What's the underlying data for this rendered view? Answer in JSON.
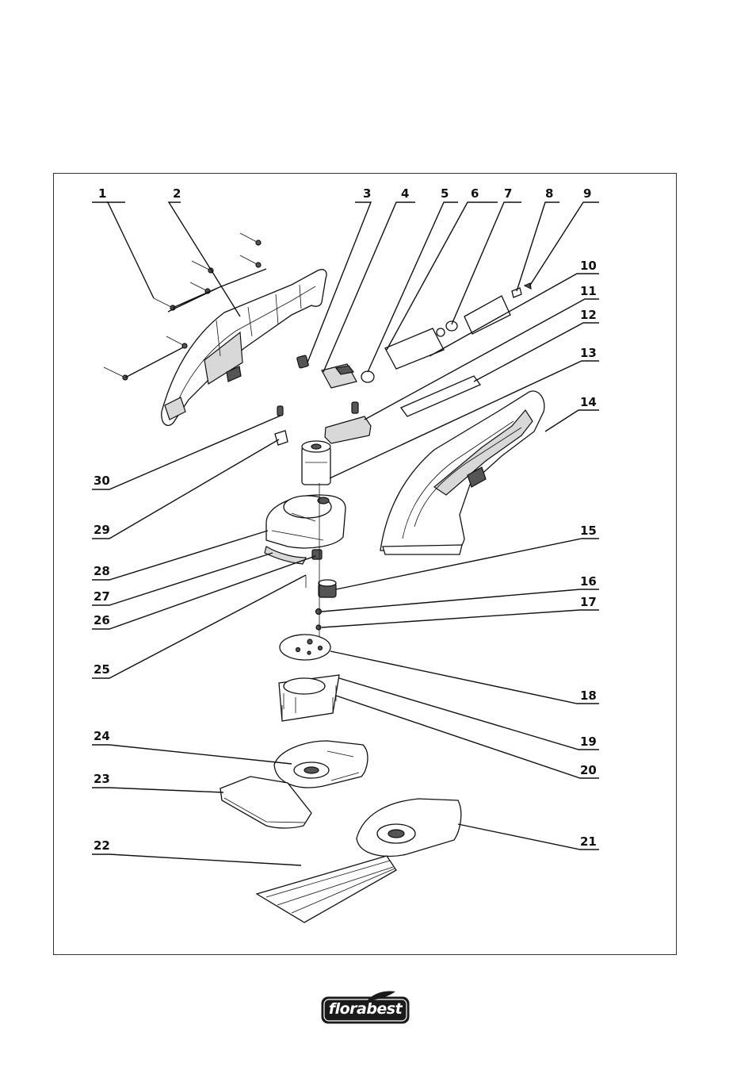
{
  "diagram": {
    "part_numbers": [
      "1",
      "2",
      "3",
      "4",
      "5",
      "6",
      "7",
      "8",
      "9",
      "10",
      "11",
      "12",
      "13",
      "14",
      "15",
      "16",
      "17",
      "18",
      "19",
      "20",
      "21",
      "22",
      "23",
      "24",
      "25",
      "26",
      "27",
      "28",
      "29",
      "30"
    ]
  },
  "logo": {
    "brand": "florabest",
    "icon": "leaf-icon",
    "colors": {
      "background": "#1a1a1a",
      "text": "#ffffff"
    }
  }
}
